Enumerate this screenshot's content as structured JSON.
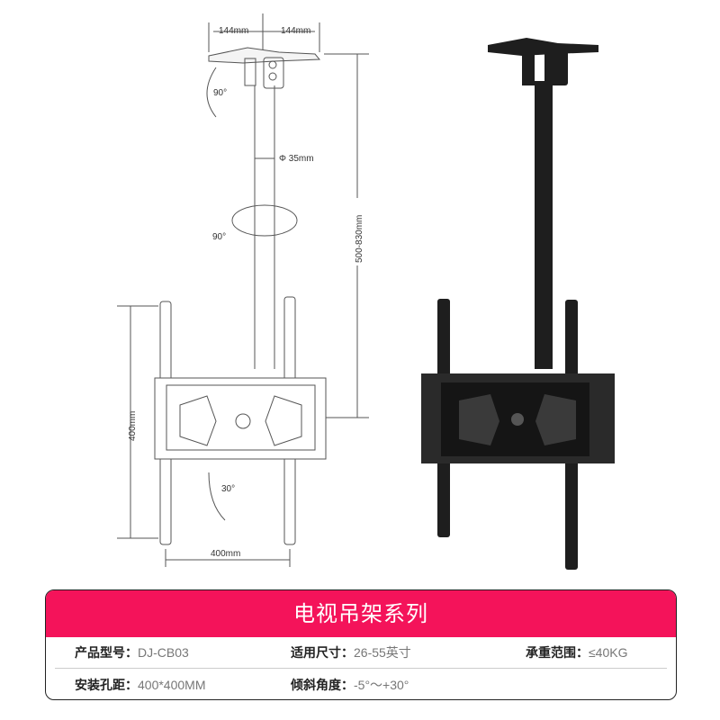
{
  "diagram": {
    "width_left": "144mm",
    "width_right": "144mm",
    "tube_diameter": "Φ 35mm",
    "height_range": "500-830mm",
    "rotate_top": "90°",
    "rotate_swivel": "90°",
    "tilt": "30°",
    "vesa_height": "400mm",
    "vesa_width": "400mm"
  },
  "spec": {
    "title": "电视吊架系列",
    "rows": [
      [
        {
          "key": "产品型号：",
          "value": "DJ-CB03"
        },
        {
          "key": "适用尺寸：",
          "value": "26-55英寸"
        },
        {
          "key": "承重范围：",
          "value": "≤40KG"
        }
      ],
      [
        {
          "key": "安装孔距：",
          "value": "400*400MM"
        },
        {
          "key": "倾斜角度：",
          "value": "-5°～+30°"
        }
      ]
    ]
  },
  "colors": {
    "accent": "#f4135a",
    "product": "#1e1e1e"
  }
}
